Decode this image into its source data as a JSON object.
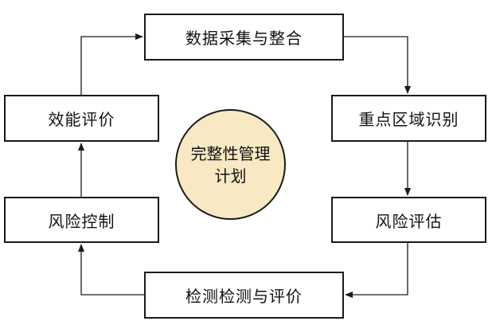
{
  "boxes": {
    "top": "数据采集与整合",
    "right1": "重点区域识别",
    "right2": "风险评估",
    "bottom": "检测检测与评价",
    "left2": "风险控制",
    "left1": "效能评价"
  },
  "center": {
    "line1": "完整性管理",
    "line2": "计划",
    "fill": "#f8e9c4"
  }
}
